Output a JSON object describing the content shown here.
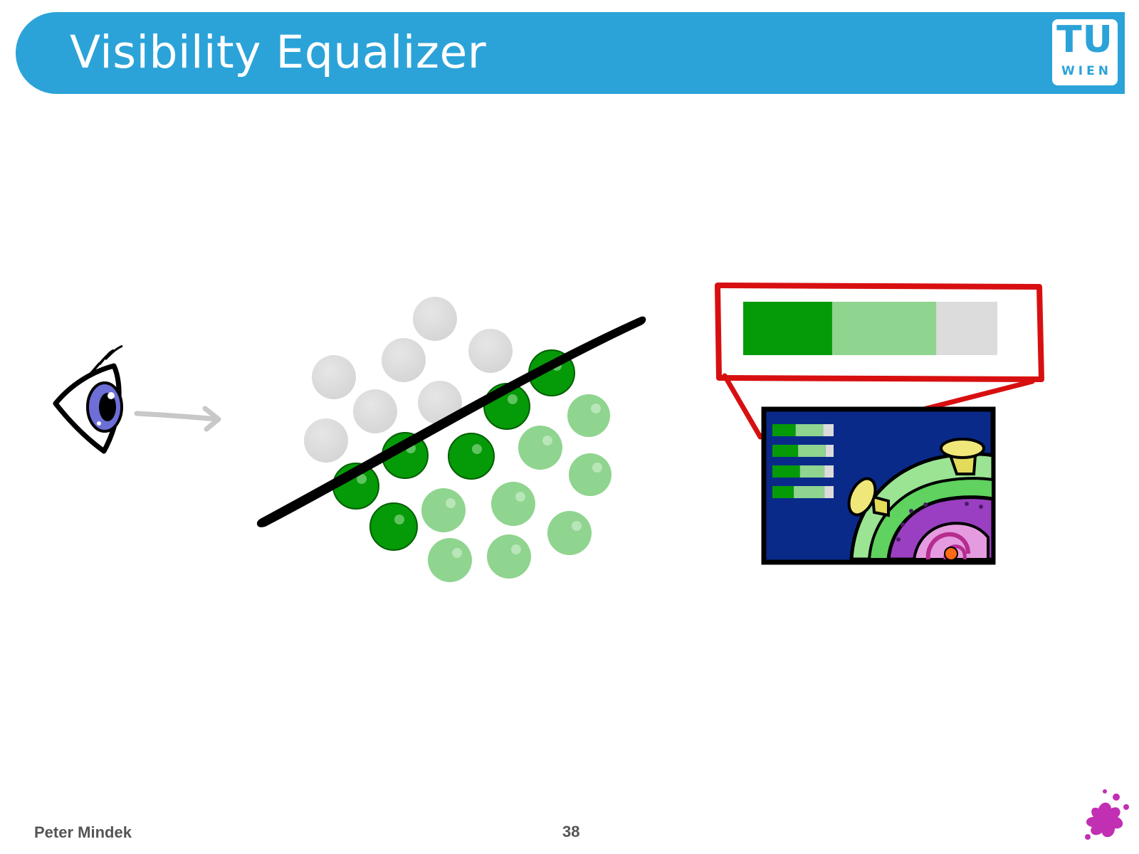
{
  "slide": {
    "title": "Visibility Equalizer",
    "logo": {
      "line1": "TU",
      "line2": "WIEN"
    },
    "footer": {
      "author": "Peter Mindek",
      "page_number": "38"
    }
  },
  "colors": {
    "banner": "#2ba3d8",
    "dark_green": "#059a07",
    "light_green": "#8fd48f",
    "gray": "#dcdcdc",
    "frame_red": "#d80f10",
    "screen_blue": "#0a2a8a",
    "splat_magenta": "#c12fb3"
  },
  "icons": [
    "eye-icon",
    "arrow-right-icon",
    "clipping-plane-line",
    "visibility-bar",
    "application-screen",
    "cell-illustration",
    "splat-logo-icon"
  ],
  "visibility_bar": {
    "segments": [
      {
        "name": "visible",
        "fraction": 0.35,
        "color": "#059a07"
      },
      {
        "name": "partially-visible",
        "fraction": 0.41,
        "color": "#8fd48f"
      },
      {
        "name": "clipped",
        "fraction": 0.24,
        "color": "#dcdcdc"
      }
    ]
  },
  "mini_bars": [
    {
      "visible": 0.38,
      "partial": 0.45
    },
    {
      "visible": 0.42,
      "partial": 0.45
    },
    {
      "visible": 0.45,
      "partial": 0.4
    },
    {
      "visible": 0.35,
      "partial": 0.5
    }
  ]
}
